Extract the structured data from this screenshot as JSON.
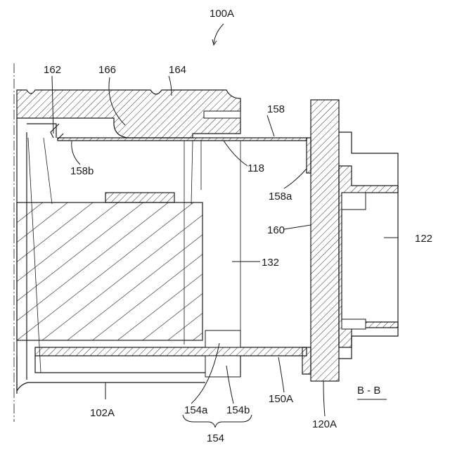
{
  "figure": {
    "labels": {
      "l100A": "100A",
      "l162": "162",
      "l166": "166",
      "l164": "164",
      "l158": "158",
      "l158b": "158b",
      "l118": "118",
      "l158a": "158a",
      "l160": "160",
      "l122": "122",
      "l132": "132",
      "l102A": "102A",
      "l154a": "154a",
      "l154b": "154b",
      "l154": "154",
      "l150A": "150A",
      "l120A": "120A",
      "section": "B - B"
    }
  }
}
